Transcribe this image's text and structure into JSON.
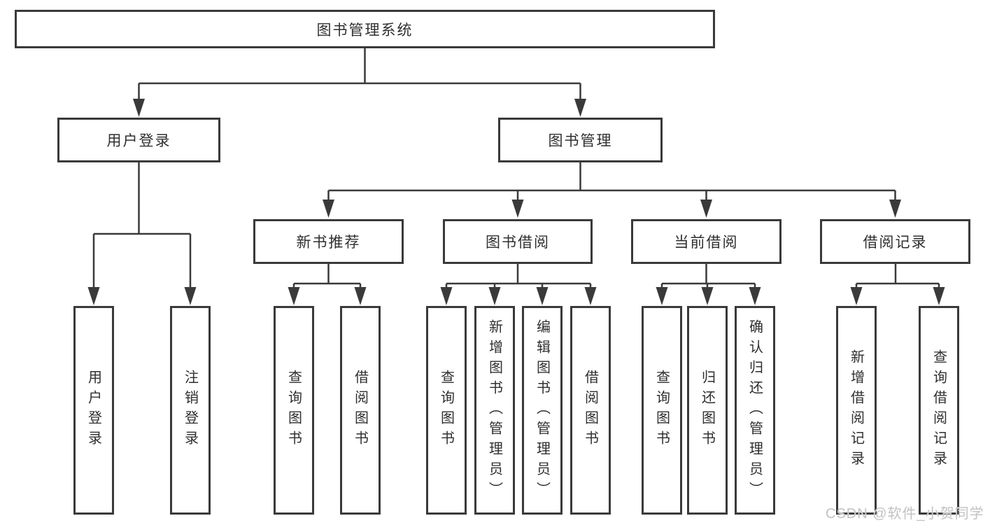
{
  "diagram": {
    "root": {
      "label": "图书管理系统"
    },
    "branches": [
      {
        "label": "用户登录",
        "children": [
          {
            "label": "用户登录"
          },
          {
            "label": "注销登录"
          }
        ]
      },
      {
        "label": "图书管理",
        "children": [
          {
            "label": "新书推荐",
            "children": [
              {
                "label": "查询图书"
              },
              {
                "label": "借阅图书"
              }
            ]
          },
          {
            "label": "图书借阅",
            "children": [
              {
                "label": "查询图书"
              },
              {
                "label": "新增图书（管理员）"
              },
              {
                "label": "编辑图书（管理员）"
              },
              {
                "label": "借阅图书"
              }
            ]
          },
          {
            "label": "当前借阅",
            "children": [
              {
                "label": "查询图书"
              },
              {
                "label": "归还图书"
              },
              {
                "label": "确认归还（管理员）"
              }
            ]
          },
          {
            "label": "借阅记录",
            "children": [
              {
                "label": "新增借阅记录"
              },
              {
                "label": "查询借阅记录"
              }
            ]
          }
        ]
      }
    ]
  },
  "watermark": {
    "text": "CSDN @软件_小贺同学"
  },
  "colors": {
    "line": "#3a3a3a",
    "text": "#2f2f2f",
    "background": "#ffffff",
    "box_background": "#ffffff",
    "watermark": "#c2c2c2"
  }
}
